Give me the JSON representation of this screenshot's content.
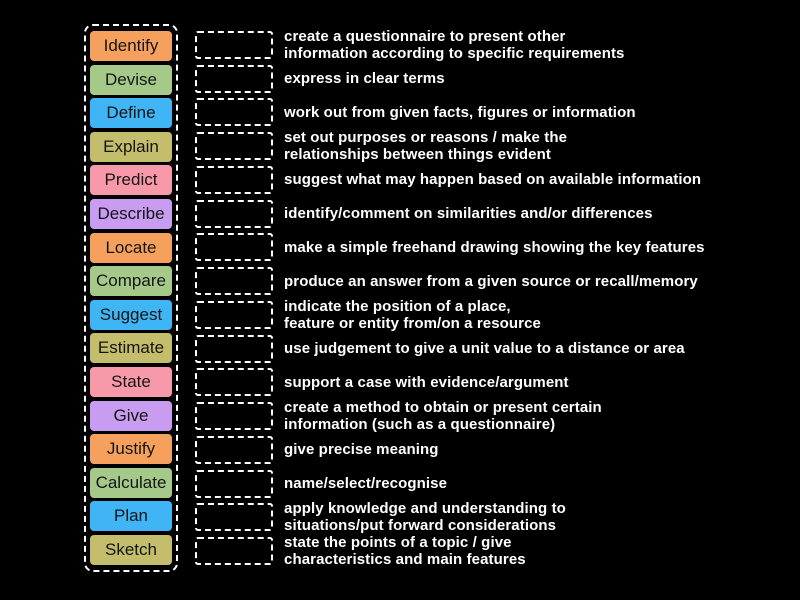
{
  "board": {
    "background_color": "#000000",
    "border_color": "#ffffff",
    "palette": {
      "orange": "#F5A15D",
      "green": "#A5C989",
      "blue": "#3FB5F5",
      "khaki": "#C4BE6C",
      "pink": "#F899A9",
      "purple": "#C79CF1"
    },
    "rows": [
      {
        "term": "Identify",
        "color": "#F5A15D",
        "clue_lines": [
          "create a questionnaire to present other",
          "information according to specific requirements"
        ]
      },
      {
        "term": "Devise",
        "color": "#A5C989",
        "clue_lines": [
          "express in clear terms"
        ]
      },
      {
        "term": "Define",
        "color": "#3FB5F5",
        "clue_lines": [
          "work out from given facts, figures or information"
        ]
      },
      {
        "term": "Explain",
        "color": "#C4BE6C",
        "clue_lines": [
          "set out purposes or reasons / make the",
          "relationships between things evident"
        ]
      },
      {
        "term": "Predict",
        "color": "#F899A9",
        "clue_lines": [
          "suggest what may happen based on available information"
        ]
      },
      {
        "term": "Describe",
        "color": "#C79CF1",
        "clue_lines": [
          "identify/comment on similarities and/or differences"
        ]
      },
      {
        "term": "Locate",
        "color": "#F5A15D",
        "clue_lines": [
          "make a simple freehand drawing showing the key features"
        ]
      },
      {
        "term": "Compare",
        "color": "#A5C989",
        "clue_lines": [
          "produce an answer from a given source or recall/memory"
        ]
      },
      {
        "term": "Suggest",
        "color": "#3FB5F5",
        "clue_lines": [
          "indicate the position of a place,",
          "feature or entity from/on a resource"
        ]
      },
      {
        "term": "Estimate",
        "color": "#C4BE6C",
        "clue_lines": [
          "use judgement to give a unit value to a distance or area"
        ]
      },
      {
        "term": "State",
        "color": "#F899A9",
        "clue_lines": [
          "support a case with evidence/argument"
        ]
      },
      {
        "term": "Give",
        "color": "#C79CF1",
        "clue_lines": [
          "create a method to obtain or present certain",
          "information (such as a questionnaire)"
        ]
      },
      {
        "term": "Justify",
        "color": "#F5A15D",
        "clue_lines": [
          "give precise meaning"
        ]
      },
      {
        "term": "Calculate",
        "color": "#A5C989",
        "clue_lines": [
          "name/select/recognise"
        ]
      },
      {
        "term": "Plan",
        "color": "#3FB5F5",
        "clue_lines": [
          "apply knowledge and understanding to",
          "situations/put forward considerations"
        ]
      },
      {
        "term": "Sketch",
        "color": "#C4BE6C",
        "clue_lines": [
          "state the points of a topic / give",
          "characteristics and main features"
        ]
      }
    ]
  }
}
